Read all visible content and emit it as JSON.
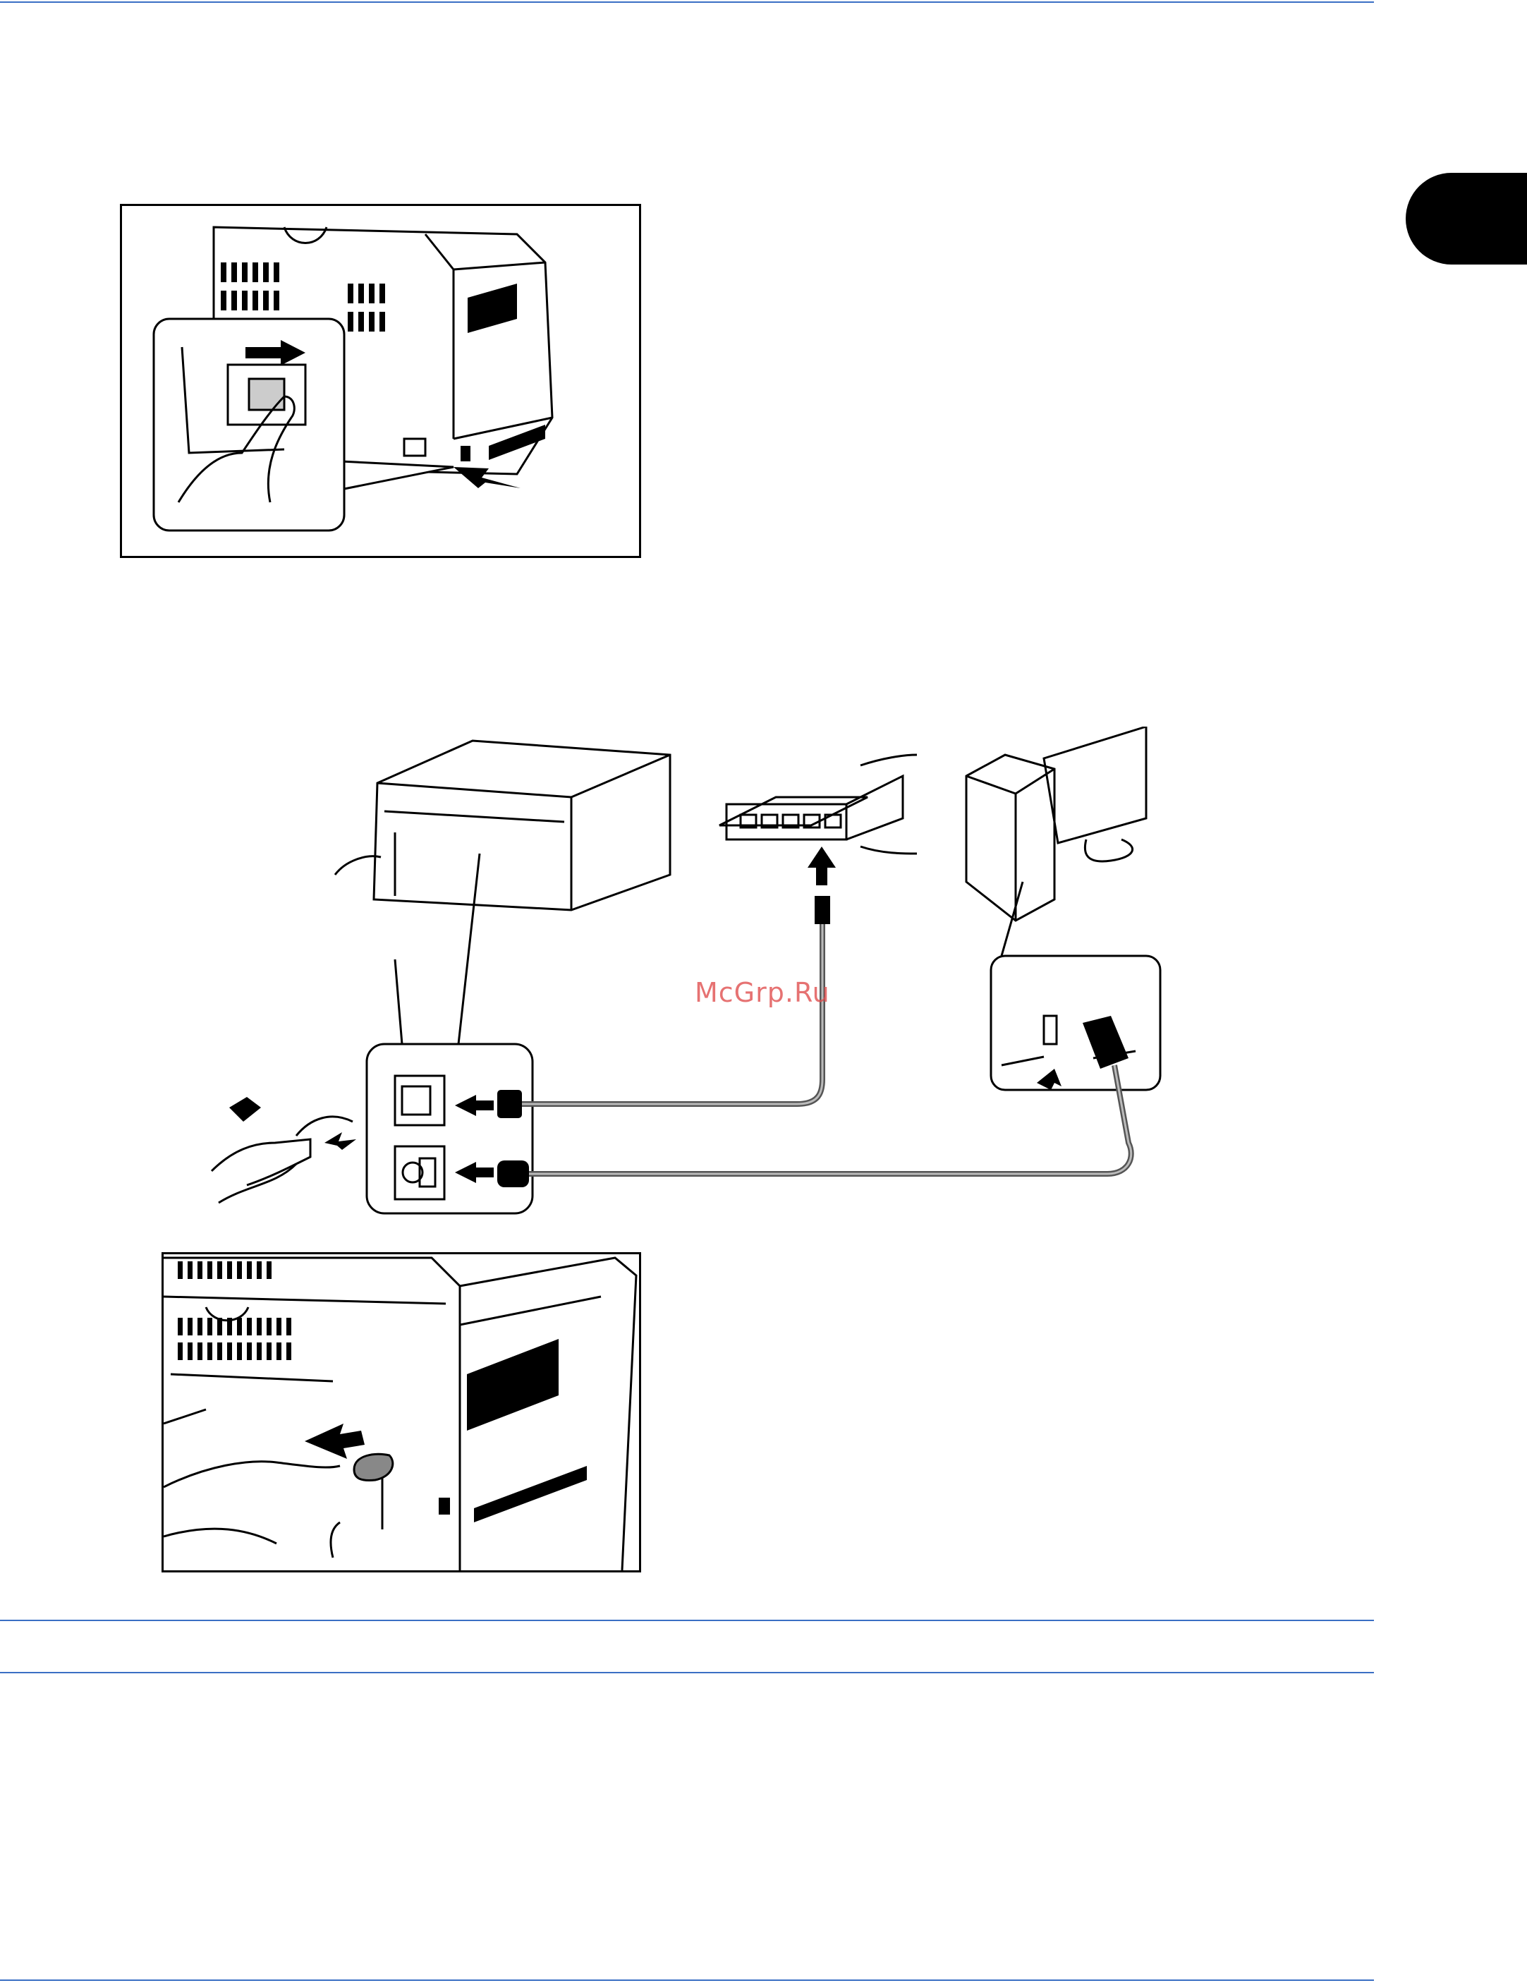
{
  "watermark": {
    "text": "McGrp.Ru"
  },
  "colors": {
    "rule": "#3a6fc4",
    "tab": "#000000",
    "line": "#000000",
    "cable": "#888888",
    "watermark": "#e05050"
  },
  "figures": [
    {
      "name": "power-switch-figure",
      "icon": "power-switch-icon"
    },
    {
      "name": "network-usb-connection-diagram",
      "icon": "network-cable-icon"
    },
    {
      "name": "power-cord-figure",
      "icon": "power-cord-icon"
    }
  ]
}
